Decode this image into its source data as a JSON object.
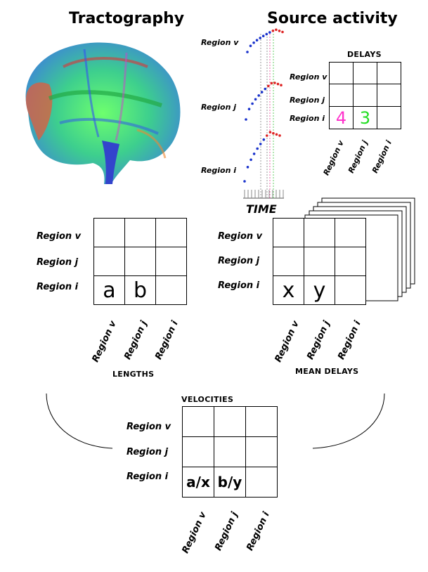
{
  "titles": {
    "tractography": "Tractography",
    "source_activity": "Source activity"
  },
  "regions": {
    "v": "Region v",
    "j": "Region j",
    "i": "Region i"
  },
  "source_plot": {
    "time_label": "TIME"
  },
  "delays": {
    "title": "DELAYS",
    "cell_i_v": "4",
    "cell_i_j": "3",
    "colors": {
      "cell_i_v": "#ff33cc",
      "cell_i_j": "#22dd22"
    }
  },
  "lengths": {
    "title": "LENGTHS",
    "cell_i_v": "a",
    "cell_i_j": "b"
  },
  "mean_delays": {
    "title": "MEAN DELAYS",
    "cell_i_v": "x",
    "cell_i_j": "y"
  },
  "velocities": {
    "title": "VELOCITIES",
    "cell_i_v": "a/x",
    "cell_i_j": "b/y"
  },
  "colors": {
    "dots_blue": "#1a33cc",
    "dots_red": "#dd2222"
  }
}
